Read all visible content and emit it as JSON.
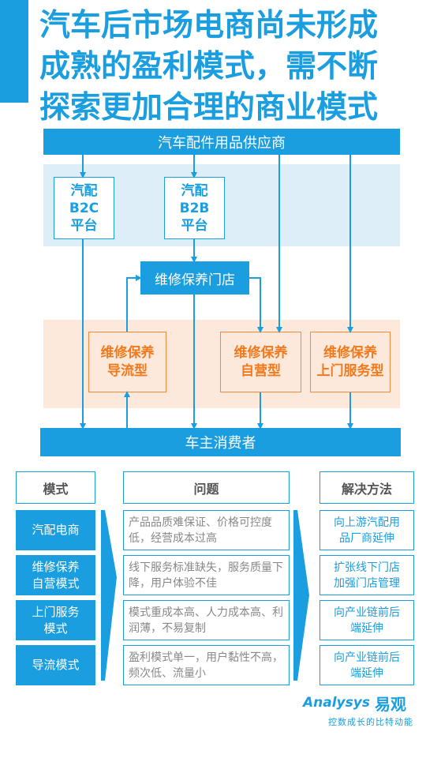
{
  "title": {
    "line1": "汽车后市场电商尚未形成",
    "line2": "成熟的盈利模式，需不断",
    "line3": "探索更加合理的商业模式"
  },
  "diagram": {
    "supplier": "汽车配件用品供应商",
    "b2c": [
      "汽配",
      "B2C",
      "平台"
    ],
    "b2b": [
      "汽配",
      "B2B",
      "平台"
    ],
    "store": "维修保养门店",
    "mode_traffic": [
      "维修保养",
      "导流型"
    ],
    "mode_self": [
      "维修保养",
      "自营型"
    ],
    "mode_door": [
      "维修保养",
      "上门服务型"
    ],
    "consumer": "车主消费者"
  },
  "table": {
    "headers": {
      "mode": "模式",
      "problem": "问题",
      "solution": "解决方法"
    },
    "rows": [
      {
        "mode": [
          "汽配电商"
        ],
        "problem": "产品品质难保证、价格可控度低，经营成本过高",
        "solution": [
          "向上游汽配用",
          "品厂商延伸"
        ]
      },
      {
        "mode": [
          "维修保养",
          "自营模式"
        ],
        "problem": "线下服务标准缺失，服务质量下降，用户体验不佳",
        "solution": [
          "扩张线下门店",
          "加强门店管理"
        ]
      },
      {
        "mode": [
          "上门服务",
          "模式"
        ],
        "problem": "模式重成本高、人力成本高、利润薄，不易复制",
        "solution": [
          "向产业链前后",
          "端延伸"
        ]
      },
      {
        "mode": [
          "导流模式"
        ],
        "problem": "盈利模式单一，用户黏性不高，频次低、流量小",
        "solution": [
          "向产业链前后",
          "端延伸"
        ]
      }
    ]
  },
  "brand": {
    "logo_en": "Analysys",
    "logo_cn": "易观",
    "tagline": "控数成长的比特动能"
  },
  "colors": {
    "accent": "#1a9ee0",
    "orange": "#f07a1e",
    "band_blue": "#ddeef9",
    "band_orange": "#fde9dc"
  }
}
